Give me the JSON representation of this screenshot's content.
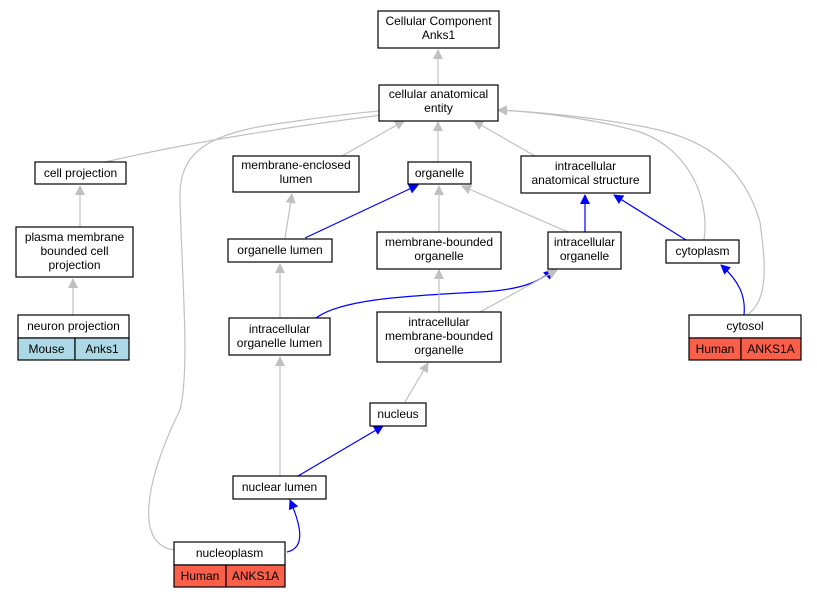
{
  "colors": {
    "gray_edge": "#c0c0c0",
    "blue_edge": "#0000ff",
    "mouse_cell": "#add8e6",
    "human_cell": "#fa5f4a"
  },
  "nodes": {
    "root": [
      "Cellular Component",
      "Anks1"
    ],
    "cae": [
      "cellular anatomical",
      "entity"
    ],
    "cellproj": [
      "cell projection"
    ],
    "mel": [
      "membrane-enclosed",
      "lumen"
    ],
    "organelle": [
      "organelle"
    ],
    "ias": [
      "intracellular",
      "anatomical structure"
    ],
    "pmbcp": [
      "plasma membrane",
      "bounded cell",
      "projection"
    ],
    "orglumen": [
      "organelle lumen"
    ],
    "mbo": [
      "membrane-bounded",
      "organelle"
    ],
    "intorg": [
      "intracellular",
      "organelle"
    ],
    "cytoplasm": [
      "cytoplasm"
    ],
    "neuronproj": [
      "neuron projection"
    ],
    "iol": [
      "intracellular",
      "organelle lumen"
    ],
    "imbo": [
      "intracellular",
      "membrane-bounded",
      "organelle"
    ],
    "cytosol": [
      "cytosol"
    ],
    "nucleus": [
      "nucleus"
    ],
    "nuclumen": [
      "nuclear lumen"
    ],
    "nucleoplasm": [
      "nucleoplasm"
    ]
  },
  "annotations": {
    "neuronproj": [
      "Mouse",
      "Anks1"
    ],
    "cytosol": [
      "Human",
      "ANKS1A"
    ],
    "nucleoplasm": [
      "Human",
      "ANKS1A"
    ]
  }
}
